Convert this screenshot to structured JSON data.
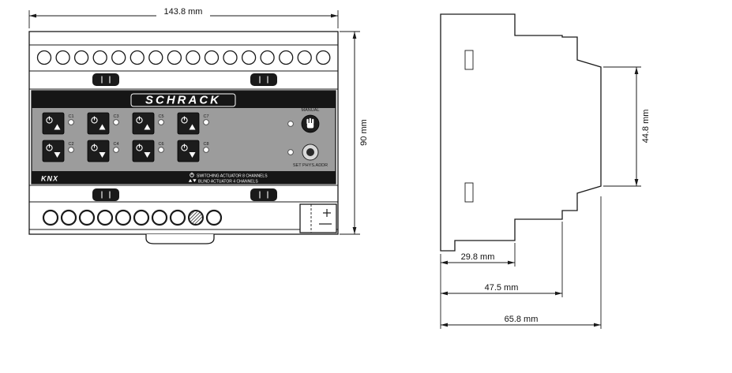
{
  "colors": {
    "panel_gray": "#9c9c9c",
    "band_black": "#161616",
    "line": "#1a1a1a"
  },
  "front_view": {
    "width_dim": "143.8 mm",
    "height_dim": "90 mm",
    "brand": "SCHRACK",
    "knx": "KNX",
    "manual_label": "MANUAL",
    "prog_label": "SET PHYS.ADDR",
    "caption_switching": "SWITCHING ACTUATOR 8 CHANNELS",
    "caption_blind": "BLIND ACTUATOR 4 CHANNELS",
    "channels": [
      "C1",
      "C2",
      "C3",
      "C4",
      "C5",
      "C6",
      "C7",
      "C8"
    ]
  },
  "side_view": {
    "front_height_dim": "44.8 mm",
    "depth_back_dim": "29.8 mm",
    "depth_mid_dim": "47.5 mm",
    "depth_total_dim": "65.8 mm"
  }
}
